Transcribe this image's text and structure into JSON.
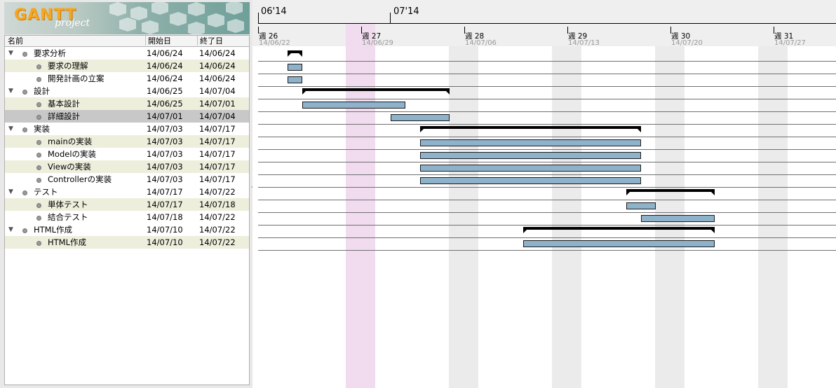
{
  "logo": {
    "mark": "GANTT",
    "sub": "project"
  },
  "columns": {
    "name": "名前",
    "start": "開始日",
    "end": "終了日"
  },
  "timeline": {
    "months": [
      "06'14",
      "07'14"
    ],
    "weeks": [
      {
        "label": "週 26",
        "date": "14/06/22"
      },
      {
        "label": "週 27",
        "date": "14/06/29"
      },
      {
        "label": "週 28",
        "date": "14/07/06"
      },
      {
        "label": "週 29",
        "date": "14/07/13"
      },
      {
        "label": "週 30",
        "date": "14/07/20"
      },
      {
        "label": "週 31",
        "date": "14/07/27"
      }
    ]
  },
  "tasks": [
    {
      "name": "要求分析",
      "start": "14/06/24",
      "end": "14/06/24",
      "group": true
    },
    {
      "name": "要求の理解",
      "start": "14/06/24",
      "end": "14/06/24",
      "group": false
    },
    {
      "name": "開発計画の立案",
      "start": "14/06/24",
      "end": "14/06/24",
      "group": false
    },
    {
      "name": "設計",
      "start": "14/06/25",
      "end": "14/07/04",
      "group": true
    },
    {
      "name": "基本設計",
      "start": "14/06/25",
      "end": "14/07/01",
      "group": false
    },
    {
      "name": "詳細設計",
      "start": "14/07/01",
      "end": "14/07/04",
      "group": false,
      "selected": true
    },
    {
      "name": "実装",
      "start": "14/07/03",
      "end": "14/07/17",
      "group": true
    },
    {
      "name": "mainの実装",
      "start": "14/07/03",
      "end": "14/07/17",
      "group": false
    },
    {
      "name": "Modelの実装",
      "start": "14/07/03",
      "end": "14/07/17",
      "group": false
    },
    {
      "name": "Viewの実装",
      "start": "14/07/03",
      "end": "14/07/17",
      "group": false
    },
    {
      "name": "Controllerの実装",
      "start": "14/07/03",
      "end": "14/07/17",
      "group": false
    },
    {
      "name": "テスト",
      "start": "14/07/17",
      "end": "14/07/22",
      "group": true
    },
    {
      "name": "単体テスト",
      "start": "14/07/17",
      "end": "14/07/18",
      "group": false
    },
    {
      "name": "結合テスト",
      "start": "14/07/18",
      "end": "14/07/22",
      "group": false
    },
    {
      "name": "HTML作成",
      "start": "14/07/10",
      "end": "14/07/22",
      "group": true
    },
    {
      "name": "HTML作成",
      "start": "14/07/10",
      "end": "14/07/22",
      "group": false
    }
  ],
  "colors": {
    "bar": "#8fb2cb",
    "today": "#f0dcee",
    "weekend": "#ebebeb",
    "alt_row": "#eeeedd"
  }
}
